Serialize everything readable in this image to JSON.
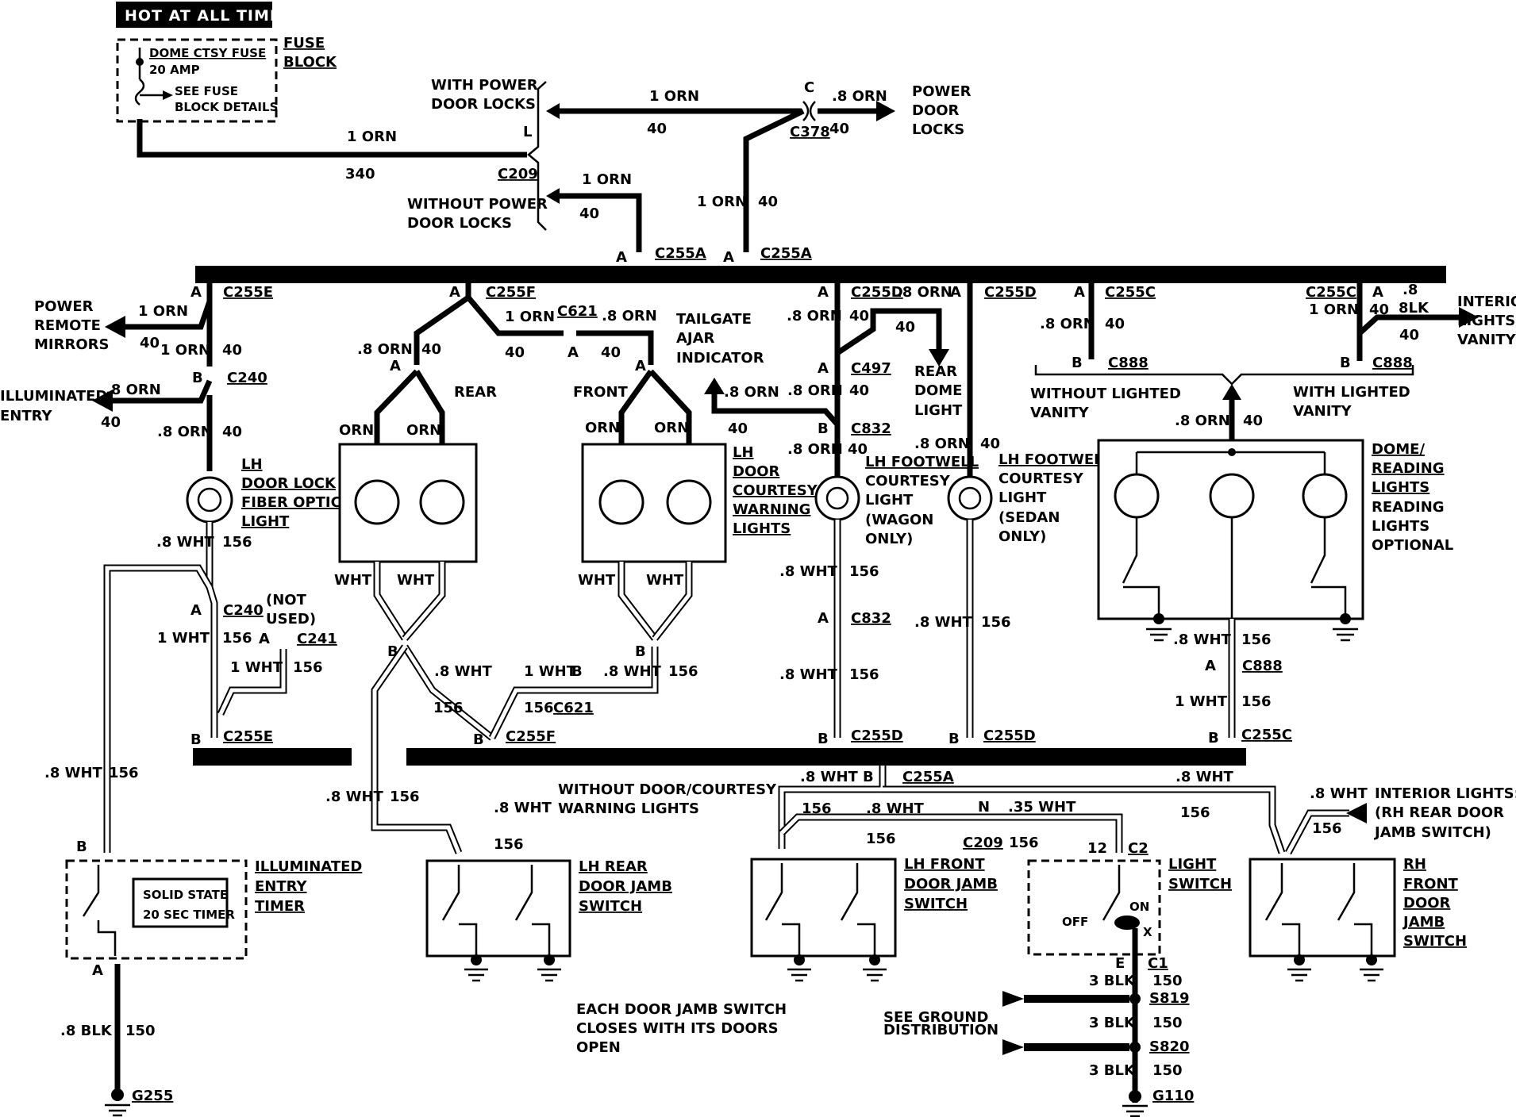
{
  "header": {
    "hot_label": "HOT AT ALL TIMES"
  },
  "fuse": {
    "name": "DOME CTSY FUSE",
    "rating": "20 AMP",
    "see_1": "SEE FUSE",
    "see_2": "BLOCK DETAILS",
    "block_1": "FUSE",
    "block_2": "BLOCK"
  },
  "feed": {
    "wire": "1 ORN",
    "circuit": "340",
    "conn": "C209",
    "pin": "L"
  },
  "power_locks": {
    "with_1": "WITH POWER",
    "with_2": "DOOR LOCKS",
    "without_1": "WITHOUT POWER",
    "without_2": "DOOR LOCKS",
    "top_wire": "1 ORN",
    "top_circuit": "40",
    "out_wire": ".8 ORN",
    "out_circuit": "40",
    "conn_c": "C",
    "conn": "C378",
    "dest_1": "POWER",
    "dest_2": "DOOR",
    "dest_3": "LOCKS",
    "drop1_wire": "1 ORN",
    "drop1_circuit": "40",
    "drop2_wire": "1 ORN",
    "drop2_circuit": "40",
    "c255a_pin": "A",
    "c255a": "C255A"
  },
  "left": {
    "c255e": "C255E",
    "pin_a": "A",
    "pin_b": "B",
    "mirrors_1": "POWER",
    "mirrors_2": "REMOTE",
    "mirrors_3": "MIRRORS",
    "mirrors_wire": "1 ORN",
    "mirrors_circuit": "40",
    "mid_wire": "1 ORN",
    "mid_circuit": "40",
    "c240": "C240",
    "illum_1": "ILLUMINATED",
    "illum_2": "ENTRY",
    "illum_wire": ".8 ORN",
    "illum_circuit": "40",
    "low_wire": ".8 ORN",
    "low_circuit": "40",
    "lock_1": "LH",
    "lock_2": "DOOR LOCK",
    "lock_3": "FIBER OPTIC",
    "lock_4": "LIGHT",
    "wht_wire": ".8 WHT",
    "wht_circuit": "156",
    "not_used_1": "(NOT",
    "not_used_2": "USED)",
    "c241": "C241",
    "wht1": "1 WHT",
    "c156": "156"
  },
  "rear_lamp": {
    "c255f": "C255F",
    "wire": "1 ORN",
    "circuit": "40",
    "c621": "C621",
    "orn8": ".8 ORN",
    "rear": "REAR",
    "front": "FRONT",
    "orn": "ORN",
    "wht": "WHT",
    "tailgate_1": "TAILGATE",
    "tailgate_2": "AJAR",
    "tailgate_3": "INDICATOR",
    "lh_1": "LH",
    "lh_2": "DOOR",
    "lh_3": "COURTESY/",
    "lh_4": "WARNING",
    "lh_5": "LIGHTS"
  },
  "footwell": {
    "c255d": "C255D",
    "c497": "C497",
    "c832": "C832",
    "orn8": ".8 ORN",
    "circuit": "40",
    "rear_dome_1": "REAR",
    "rear_dome_2": "DOME",
    "rear_dome_3": "LIGHT",
    "wagon_1": "LH FOOTWELL",
    "wagon_2": "COURTESY",
    "wagon_3": "LIGHT",
    "wagon_4": "(WAGON",
    "wagon_5": "ONLY)",
    "sedan_1": "LH FOOTWELL",
    "sedan_2": "COURTESY",
    "sedan_3": "LIGHT",
    "sedan_4": "(SEDAN",
    "sedan_5": "ONLY)",
    "wht8": ".8 WHT",
    "c156": "156"
  },
  "vanity": {
    "c255c": "C255C",
    "c888": "C888",
    "orn8": ".8 ORN",
    "circuit": "40",
    "orn1": "1 ORN",
    "blk_1": ".8",
    "blk_2": "8LK",
    "dest_1": "INTERIOR",
    "dest_2": "LIGHTS:",
    "dest_3": "VANITY",
    "without_1": "WITHOUT LIGHTED",
    "without_2": "VANITY",
    "with_1": "WITH LIGHTED",
    "with_2": "VANITY",
    "dome_1": "DOME/",
    "dome_2": "READING",
    "dome_3": "LIGHTS",
    "dome_4": "READING",
    "dome_5": "LIGHTS",
    "dome_6": "OPTIONAL",
    "wht8": ".8 WHT",
    "wht1": "1 WHT",
    "c156": "156"
  },
  "lower": {
    "c255e": "C255E",
    "c255f": "C255F",
    "c255d": "C255D",
    "c255c": "C255C",
    "c255a": "C255A",
    "c621": "C621",
    "c209": "C209",
    "c2": "C2",
    "c1": "C1",
    "wht8": ".8 WHT",
    "wht1": "1 WHT",
    "wht35": ".35 WHT",
    "c156": "156",
    "without_1": "WITHOUT DOOR/COURTESY",
    "without_2": "WARNING LIGHTS",
    "rhrear_1": "INTERIOR LIGHTS:",
    "rhrear_2": "(RH REAR DOOR",
    "rhrear_3": "JAMB SWITCH)",
    "timer_1": "SOLID STATE",
    "timer_2": "20 SEC TIMER",
    "ie_1": "ILLUMINATED",
    "ie_2": "ENTRY",
    "ie_3": "TIMER",
    "lhr_1": "LH REAR",
    "lhr_2": "DOOR JAMB",
    "lhr_3": "SWITCH",
    "lhf_1": "LH FRONT",
    "lhf_2": "DOOR JAMB",
    "lhf_3": "SWITCH",
    "ls_1": "LIGHT",
    "ls_2": "SWITCH",
    "off": "OFF",
    "on": "ON",
    "rhf_1": "RH",
    "rhf_2": "FRONT",
    "rhf_3": "DOOR",
    "rhf_4": "JAMB",
    "rhf_5": "SWITCH",
    "note_1": "EACH DOOR JAMB SWITCH",
    "note_2": "CLOSES WITH ITS DOORS",
    "note_3": "OPEN",
    "gd_1": "SEE GROUND",
    "gd_2": "DISTRIBUTION",
    "blk8": ".8 BLK",
    "blk3": "3 BLK",
    "c150": "150",
    "g255": "G255",
    "g110": "G110",
    "s819": "S819",
    "s820": "S820"
  }
}
